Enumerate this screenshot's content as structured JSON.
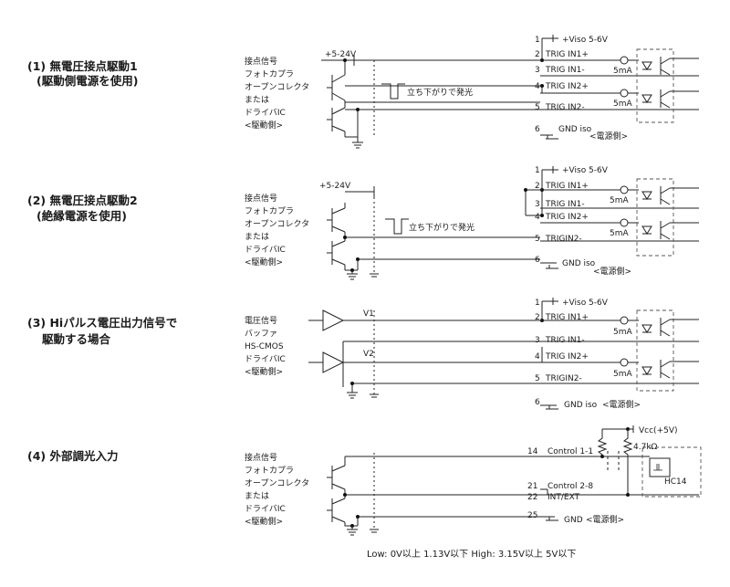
{
  "sections": [
    {
      "title_line1": "(1) 無電圧接点駆動1",
      "title_line2": "(駆動側電源を使用)",
      "driver_lines": [
        "接点信号",
        "フォトカプラ",
        "オープンコレクタ",
        "または",
        "ドライバIC",
        "<駆動側>"
      ],
      "supply_label": "+5-24V",
      "edge_note": "立ち下がりで発光",
      "pins": [
        "1",
        "2",
        "3",
        "4",
        "5",
        "6"
      ],
      "signals": [
        "+Viso 5-6V",
        "TRIG IN1+",
        "TRIG IN1-",
        "TRIG IN2+",
        "TRIG IN2-",
        "GND iso"
      ],
      "ground_note": "<電源側>",
      "current_labels": [
        "5mA",
        "5mA"
      ]
    },
    {
      "title_line1": "(2) 無電圧接点駆動2",
      "title_line2": "(絶縁電源を使用)",
      "driver_lines": [
        "接点信号",
        "フォトカプラ",
        "オープンコレクタ",
        "または",
        "ドライバIC",
        "<駆動側>"
      ],
      "supply_label": "+5-24V",
      "edge_note": "立ち下がりで発光",
      "pins": [
        "1",
        "2",
        "3",
        "4",
        "5",
        "6"
      ],
      "signals": [
        "+Viso 5-6V",
        "TRIG IN1+",
        "TRIG IN1-",
        "TRIG IN2+",
        "TRIGIN2-",
        "GND iso"
      ],
      "ground_note": "<電源側>",
      "current_labels": [
        "5mA",
        "5mA"
      ]
    },
    {
      "title_line1": "(3) Hiパルス電圧出力信号で",
      "title_line2": "駆動する場合",
      "driver_lines": [
        "電圧信号",
        "バッファ",
        "HS-CMOS",
        "ドライバIC",
        "<駆動側>"
      ],
      "v_labels": [
        "V1",
        "V2"
      ],
      "pins": [
        "1",
        "2",
        "3",
        "4",
        "5",
        "6"
      ],
      "signals": [
        "+Viso 5-6V",
        "TRIG IN1+",
        "TRIG IN1-",
        "TRIG IN2+",
        "TRIGIN2-",
        "GND iso"
      ],
      "ground_note": "<電源側>",
      "current_labels": [
        "5mA",
        "5mA"
      ]
    },
    {
      "title_line1": "(4) 外部調光入力",
      "driver_lines": [
        "接点信号",
        "フォトカプラ",
        "オープンコレクタ",
        "または",
        "ドライバIC",
        "<駆動側>"
      ],
      "pins": [
        "14",
        "21",
        "22",
        "25"
      ],
      "signals": [
        "Control 1-1",
        "Control 2-8",
        "INT/EXT",
        "GND"
      ],
      "ground_note": "<電源側>",
      "vcc_label": "Vcc(+5V)",
      "resistor_label": "4.7kΩ",
      "ic_label": "HC14"
    }
  ],
  "footnote": "Low: 0V以上 1.13V以下 High: 3.15V以上 5V以下"
}
